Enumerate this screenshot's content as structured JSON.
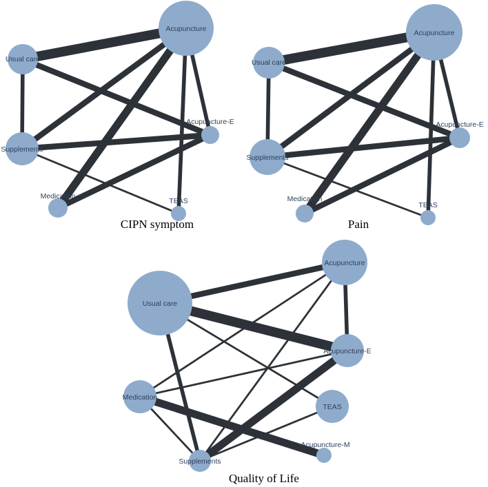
{
  "colors": {
    "node": "#8eabcc",
    "edge": "#2d3239",
    "label": "#2e3f5c"
  },
  "panels": [
    {
      "caption": "CIPN symptom",
      "nodes": [
        {
          "id": "acu",
          "label": "Acupuncture"
        },
        {
          "id": "uc",
          "label": "Usual care"
        },
        {
          "id": "acue",
          "label": "Acupuncture-E"
        },
        {
          "id": "sup",
          "label": "Supplements"
        },
        {
          "id": "med",
          "label": "Medication"
        },
        {
          "id": "teas",
          "label": "TEAS"
        }
      ],
      "edges": [
        {
          "a": "uc",
          "b": "acu",
          "weight": 5
        },
        {
          "a": "uc",
          "b": "acue",
          "weight": 3
        },
        {
          "a": "uc",
          "b": "sup",
          "weight": 2
        },
        {
          "a": "sup",
          "b": "acu",
          "weight": 3
        },
        {
          "a": "sup",
          "b": "acue",
          "weight": 3
        },
        {
          "a": "sup",
          "b": "teas",
          "weight": 1
        },
        {
          "a": "med",
          "b": "acu",
          "weight": 4
        },
        {
          "a": "med",
          "b": "acue",
          "weight": 3
        },
        {
          "a": "acu",
          "b": "acue",
          "weight": 2
        },
        {
          "a": "acu",
          "b": "teas",
          "weight": 2
        }
      ]
    },
    {
      "caption": "Pain",
      "nodes": [
        {
          "id": "acu",
          "label": "Acupuncture"
        },
        {
          "id": "uc",
          "label": "Usual care"
        },
        {
          "id": "acue",
          "label": "Acupuncture-E"
        },
        {
          "id": "sup",
          "label": "Supplements"
        },
        {
          "id": "med",
          "label": "Medication"
        },
        {
          "id": "teas",
          "label": "TEAS"
        }
      ],
      "edges": [
        {
          "a": "uc",
          "b": "acu",
          "weight": 5
        },
        {
          "a": "uc",
          "b": "acue",
          "weight": 3
        },
        {
          "a": "uc",
          "b": "sup",
          "weight": 2
        },
        {
          "a": "sup",
          "b": "acu",
          "weight": 3
        },
        {
          "a": "sup",
          "b": "acue",
          "weight": 3
        },
        {
          "a": "sup",
          "b": "teas",
          "weight": 1
        },
        {
          "a": "med",
          "b": "acu",
          "weight": 4
        },
        {
          "a": "med",
          "b": "acue",
          "weight": 3
        },
        {
          "a": "acu",
          "b": "acue",
          "weight": 2
        },
        {
          "a": "acu",
          "b": "teas",
          "weight": 2
        }
      ]
    },
    {
      "caption": "Quality of Life",
      "nodes": [
        {
          "id": "acu",
          "label": "Acupuncture"
        },
        {
          "id": "uc",
          "label": "Usual care"
        },
        {
          "id": "acue",
          "label": "Acupuncture-E"
        },
        {
          "id": "med",
          "label": "Medication"
        },
        {
          "id": "teas",
          "label": "TEAS"
        },
        {
          "id": "acum",
          "label": "Acupuncture-M"
        },
        {
          "id": "sup",
          "label": "Supplements"
        }
      ],
      "edges": [
        {
          "a": "uc",
          "b": "acu",
          "weight": 3
        },
        {
          "a": "uc",
          "b": "acue",
          "weight": 5
        },
        {
          "a": "uc",
          "b": "teas",
          "weight": 1
        },
        {
          "a": "uc",
          "b": "sup",
          "weight": 2
        },
        {
          "a": "acu",
          "b": "acue",
          "weight": 2
        },
        {
          "a": "acu",
          "b": "med",
          "weight": 1
        },
        {
          "a": "acu",
          "b": "sup",
          "weight": 1
        },
        {
          "a": "acue",
          "b": "med",
          "weight": 1
        },
        {
          "a": "acue",
          "b": "sup",
          "weight": 4
        },
        {
          "a": "med",
          "b": "acum",
          "weight": 4
        },
        {
          "a": "med",
          "b": "sup",
          "weight": 1
        },
        {
          "a": "teas",
          "b": "sup",
          "weight": 1
        }
      ]
    }
  ]
}
